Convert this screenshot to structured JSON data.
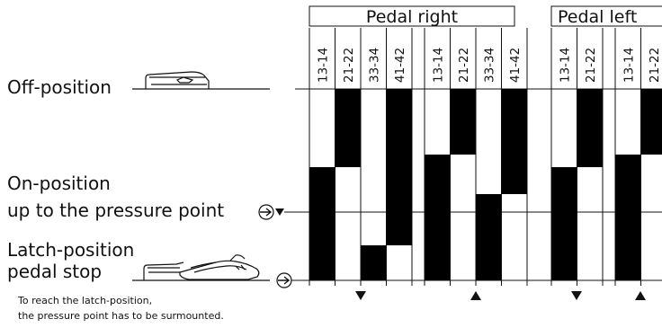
{
  "labels": {
    "off_position": "Off-position",
    "on_position_line1": "On-position",
    "on_position_line2": "up to the pressure point",
    "latch_position_line1": "Latch-position",
    "latch_position_line2": "pedal stop",
    "note_line1": "To reach the latch-position,",
    "note_line2": "the pressure point has to be surmounted."
  },
  "groups": [
    {
      "name": "Pedal right",
      "contacts": [
        "13-14",
        "21-22",
        "33-34",
        "41-42",
        "13-14",
        "21-22",
        "33-34",
        "41-42"
      ]
    },
    {
      "name": "Pedal left",
      "contacts": [
        "13-14",
        "21-22",
        "13-14",
        "21-22"
      ]
    }
  ],
  "switching_states": [
    {
      "contact": "13-14",
      "closed_region": "on-position to latch-position"
    },
    {
      "contact": "21-22",
      "closed_region": "off-position to on-position"
    },
    {
      "contact": "33-34",
      "closed_region": "latch-position only"
    },
    {
      "contact": "41-42",
      "closed_region": "off-position to latch-position"
    }
  ],
  "direction_marks": [
    "down",
    "up",
    "down",
    "up"
  ],
  "icons": {
    "pressure_point": "arrow-right-in-circle-icon",
    "direction": "triangle-icon"
  },
  "colors": {
    "line": "#111111",
    "fill_closed": "#000000",
    "background": "#ffffff"
  }
}
